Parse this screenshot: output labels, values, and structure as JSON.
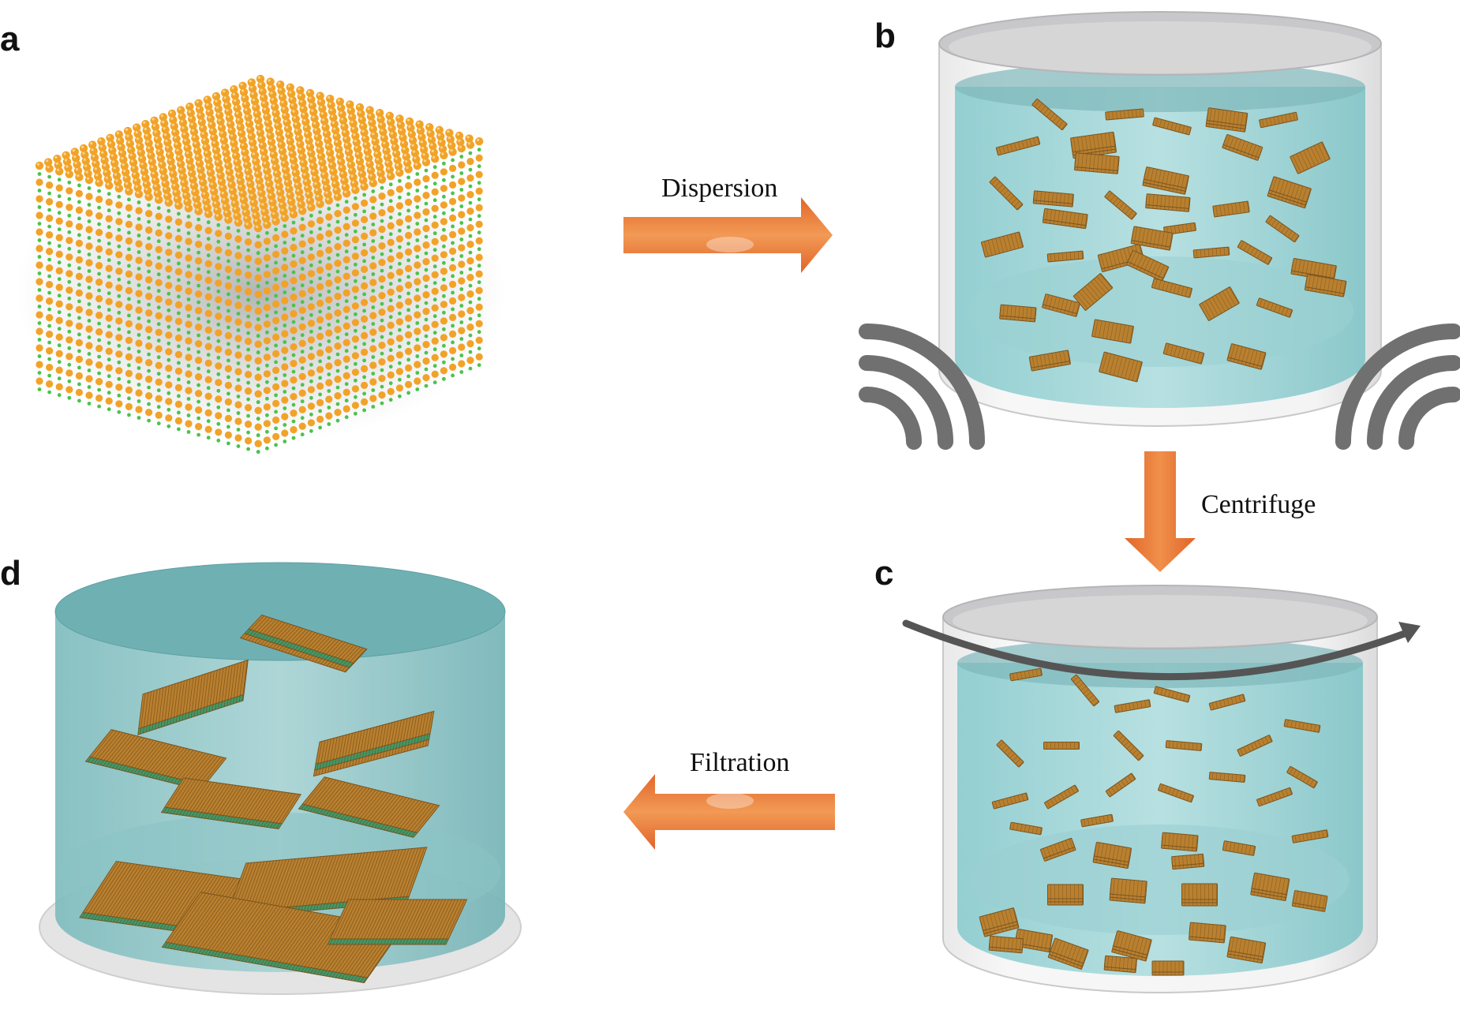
{
  "panels": {
    "a": "a",
    "b": "b",
    "c": "c",
    "d": "d"
  },
  "steps": {
    "dispersion": "Dispersion",
    "centrifuge": "Centrifuge",
    "filtration": "Filtration"
  },
  "colors": {
    "arrow": "#e9762e",
    "liquid": "#8cc9cc",
    "liquid_dark": "#5fa9ad",
    "beaker_rim": "#c9cacc",
    "flake": "#b9802f",
    "flake_edge": "#7a5420",
    "atom_orange": "#f1a329",
    "atom_green": "#4cc34c",
    "sonic_waves": "#707070",
    "rotation_arrow": "#5a5a5a"
  },
  "icons": {
    "sonication": "ultrasonic-wave-icon",
    "rotation": "rotation-arrow-icon"
  }
}
